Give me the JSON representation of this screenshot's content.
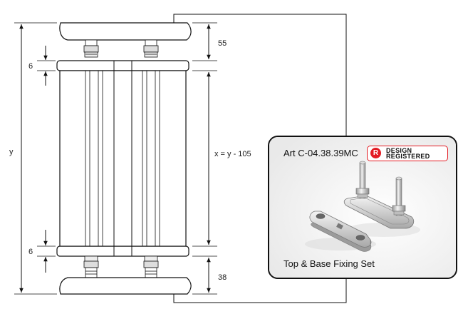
{
  "dimensions": {
    "total_height_label": "y",
    "top_clearance": "55",
    "top_gap": "6",
    "body_height": "x = y - 105",
    "bottom_gap": "6",
    "bottom_clearance": "38"
  },
  "inset": {
    "article_code": "Art C-04.38.39MC",
    "badge_symbol": "R",
    "badge_line1": "DESIGN",
    "badge_line2": "REGISTERED",
    "badge_color": "#e31b23",
    "caption": "Top & Base Fixing Set"
  }
}
